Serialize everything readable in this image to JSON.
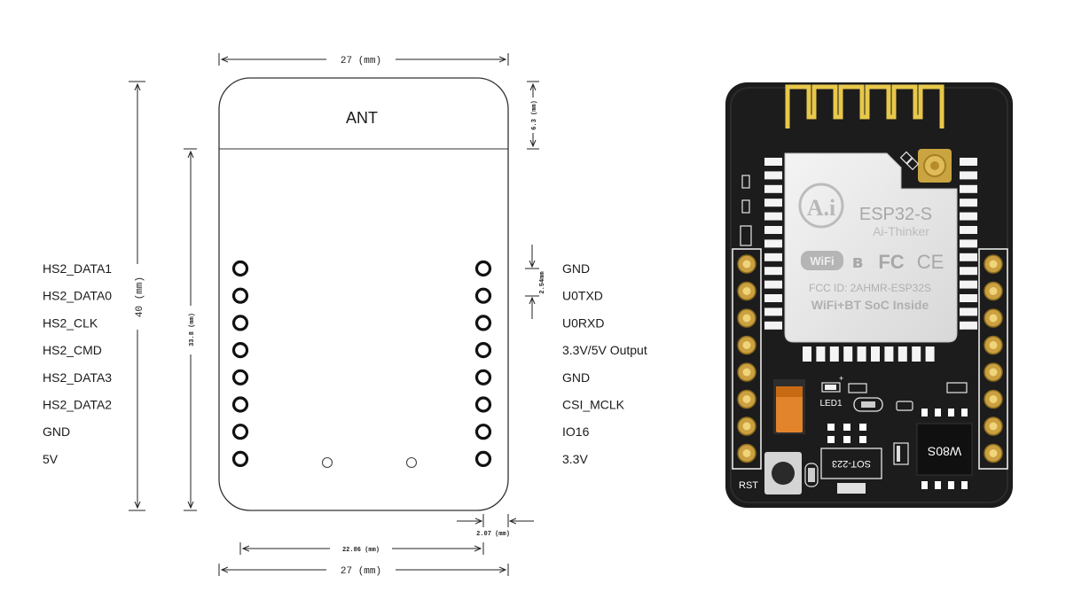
{
  "module_outline": {
    "antenna_label": "ANT",
    "dim_width_top": "27 (mm)",
    "dim_width_bottom": "27 (mm)",
    "dim_height": "40 (mm)",
    "dim_inner_height": "33.8 (mm)",
    "dim_antenna": "6.3 (mm)",
    "dim_pitch": "2.54mm",
    "dim_row_spacing": "22.86 (mm)",
    "dim_edge_offset": "2.07 (mm)"
  },
  "pins_left": [
    "HS2_DATA1",
    "HS2_DATA0",
    "HS2_CLK",
    "HS2_CMD",
    "HS2_DATA3",
    "HS2_DATA2",
    "GND",
    "5V"
  ],
  "pins_right": [
    "GND",
    "U0TXD",
    "U0RXD",
    "3.3V/5V Output",
    "GND",
    "CSI_MCLK",
    "IO16",
    "3.3V"
  ],
  "board_photo": {
    "chip_name": "ESP32-S",
    "brand": "Ai-Thinker",
    "logo": "A.i",
    "wifi_badge": "WiFi",
    "fcc_id": "FCC  ID: 2AHMR-ESP32S",
    "tagline": "WiFi+BT SoC Inside",
    "rst_label": "RST",
    "led_label": "LED1",
    "regulator_label": "SOT-223",
    "flash_label": "W80S",
    "board_color": "#1c1c1c",
    "antenna_color": "#e8c84a"
  }
}
